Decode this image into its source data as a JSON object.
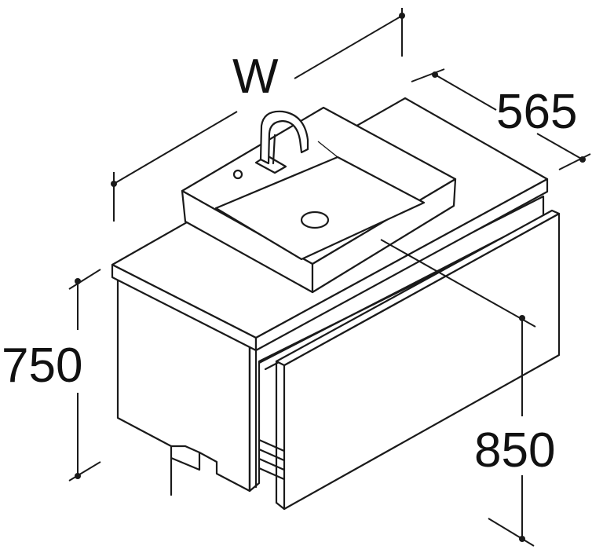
{
  "diagram": {
    "colors": {
      "line": "#1a1a1a",
      "background": "#ffffff"
    },
    "dimensions": {
      "width_label": "W",
      "depth_label": "565",
      "cabinet_height_label": "750",
      "overall_height_label": "850"
    }
  }
}
